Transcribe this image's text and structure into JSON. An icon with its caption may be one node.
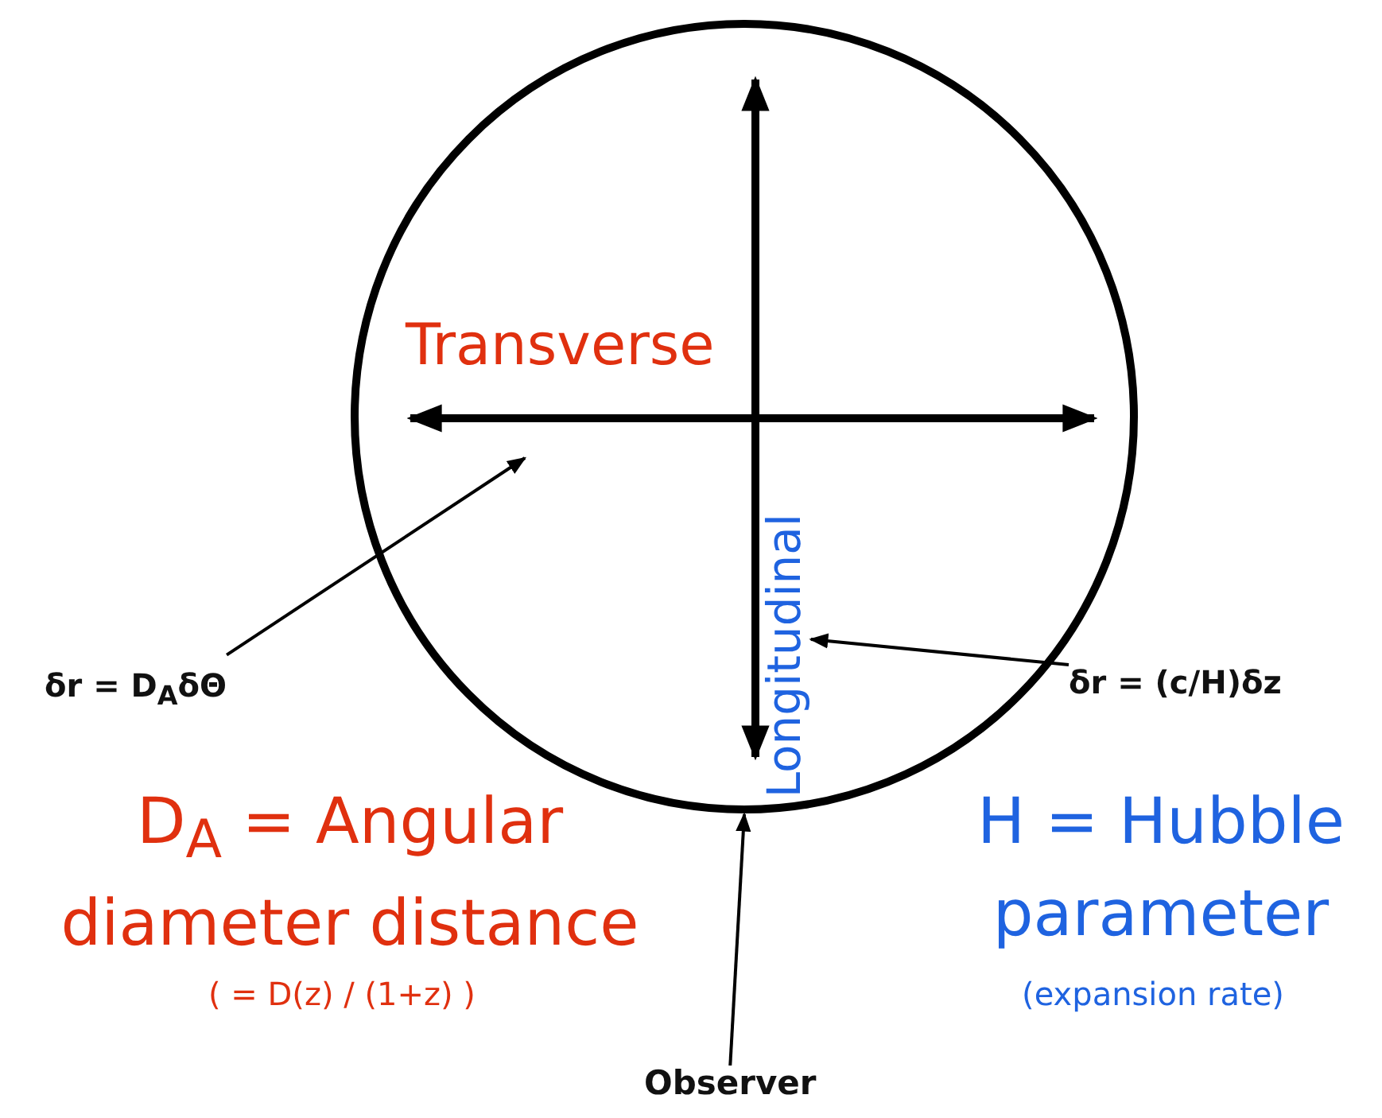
{
  "diagram": {
    "nodes": [
      {
        "text": [],
        "shape": "circle"
      },
      {
        "text": [
          "Longitudinal"
        ],
        "in": 0
      },
      {
        "text": [
          "δr = D$_{A}$δΘ"
        ]
      },
      {
        "text": [
          "δr = (c/H)δz"
        ]
      },
      {
        "text": [
          "Observer"
        ]
      }
    ],
    "edges": [
      {
        "from": 2,
        "to": null,
        "arrow": "to"
      },
      {
        "from": 3,
        "to": 1,
        "arrow": "to"
      },
      {
        "from": 4,
        "to": 0,
        "arrow": "to"
      }
    ],
    "labels": [
      "Transverse",
      "D$_{A}$ = Angular diameter distance",
      "( = D(z) / (1+z) )",
      "H = Hubble parameter",
      "(expansion rate)"
    ]
  }
}
